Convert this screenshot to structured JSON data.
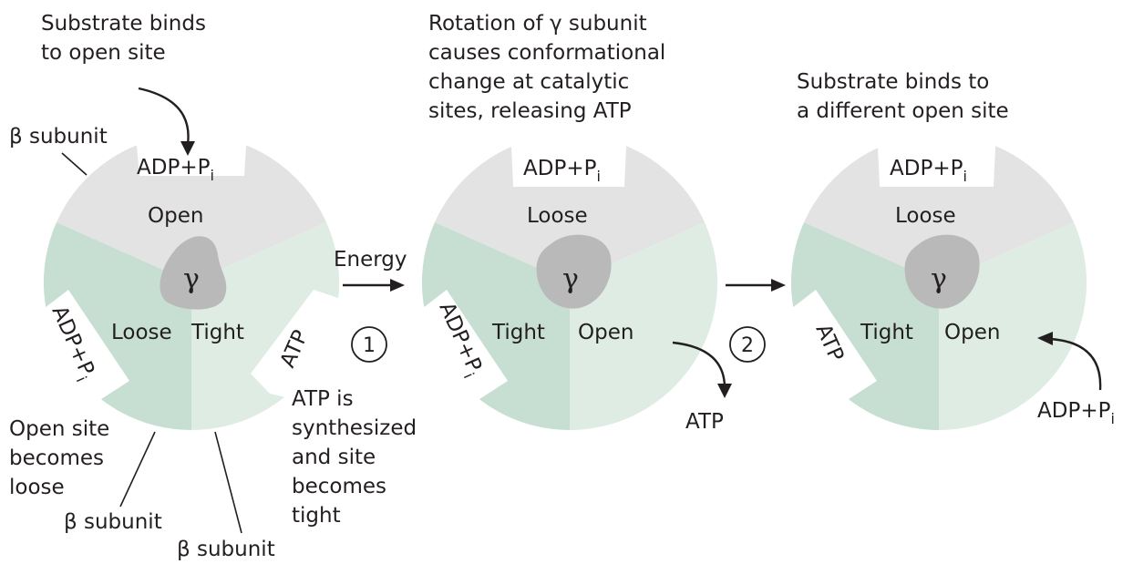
{
  "labels": {
    "substrate_binds_open_1": "Substrate binds",
    "substrate_binds_open_2": "to open site",
    "beta_subunit": "β subunit",
    "rotation_1": "Rotation of γ subunit",
    "rotation_2": "causes conformational",
    "rotation_3": "change at catalytic",
    "rotation_4": "sites, releasing ATP",
    "substrate_different_1": "Substrate binds to",
    "substrate_different_2": "a different open site",
    "energy": "Energy",
    "atp_synth_1": "ATP is",
    "atp_synth_2": "synthesized",
    "atp_synth_3": "and site",
    "atp_synth_4": "becomes",
    "atp_synth_5": "tight",
    "open_loose_1": "Open site",
    "open_loose_2": "becomes",
    "open_loose_3": "loose",
    "atp_released": "ATP",
    "adp_incoming": "ADP+P",
    "subscript_i": "i"
  },
  "step_numbers": [
    "1",
    "2"
  ],
  "panels": [
    {
      "gamma": "γ",
      "top_site": "Open",
      "left_site": "Loose",
      "right_site": "Tight",
      "top_notch": "ADP+P",
      "left_notch": "ADP+P",
      "right_notch": "ATP"
    },
    {
      "gamma": "γ",
      "top_site": "Loose",
      "left_site": "Tight",
      "right_site": "Open",
      "top_notch": "ADP+P",
      "left_notch": "ADP+P"
    },
    {
      "gamma": "γ",
      "top_site": "Loose",
      "left_site": "Tight",
      "right_site": "Open",
      "top_notch": "ADP+P",
      "left_notch": "ATP"
    }
  ],
  "colors": {
    "top_sector": "#e3e3e3",
    "left_sector": "#c7dfd2",
    "right_sector": "#deece4",
    "gamma_fill": "#b9b9b9",
    "ink": "#231f20"
  }
}
